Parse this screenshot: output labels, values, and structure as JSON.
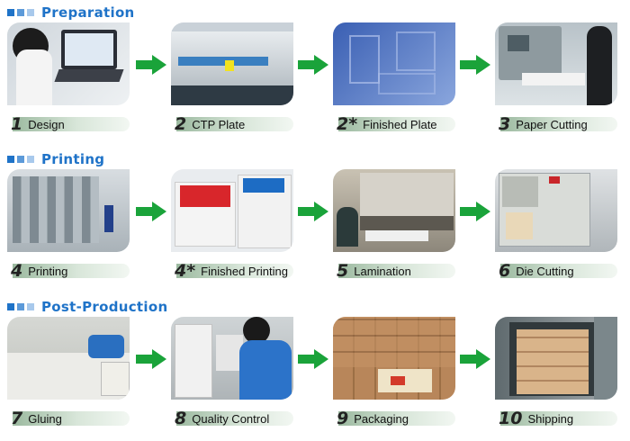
{
  "sections": [
    {
      "title": "Preparation"
    },
    {
      "title": "Printing"
    },
    {
      "title": "Post-Production"
    }
  ],
  "steps": [
    {
      "num": "1",
      "label": "Design"
    },
    {
      "num": "2",
      "label": "CTP Plate"
    },
    {
      "num": "2*",
      "label": "Finished Plate"
    },
    {
      "num": "3",
      "label": "Paper Cutting"
    },
    {
      "num": "4",
      "label": "Printing"
    },
    {
      "num": "4*",
      "label": "Finished Printing"
    },
    {
      "num": "5",
      "label": "Lamination"
    },
    {
      "num": "6",
      "label": "Die Cutting"
    },
    {
      "num": "7",
      "label": "Gluing"
    },
    {
      "num": "8",
      "label": "Quality Control"
    },
    {
      "num": "9",
      "label": "Packaging"
    },
    {
      "num": "10",
      "label": "Shipping"
    }
  ],
  "colors": {
    "accent": "#1f73c8",
    "arrow": "#1aa33a",
    "caption_bar": "#9bb99f"
  }
}
